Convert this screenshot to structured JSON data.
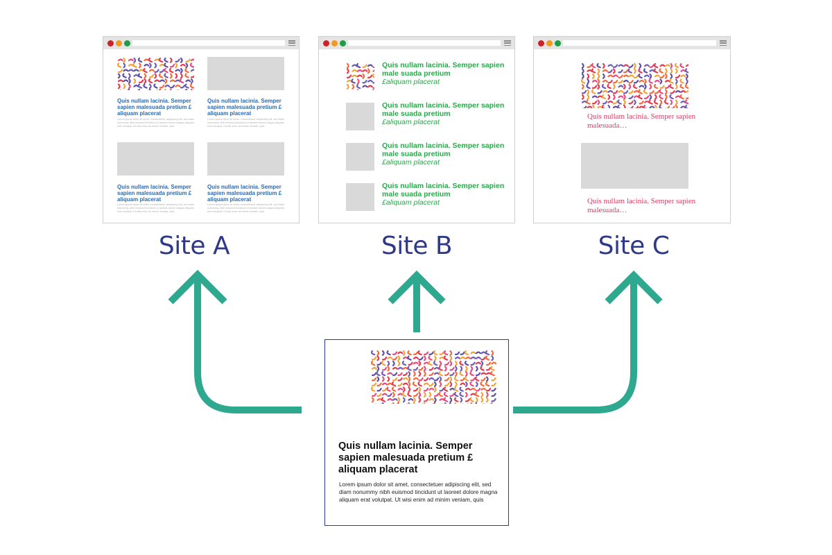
{
  "sites": {
    "a": {
      "label": "Site A",
      "cards": [
        {
          "title": "Quis nullam lacinia. Semper sapien malesuada pretium £ aliquam placerat",
          "body": "Lorem ipsum dolor sit amet, consectetuer adipiscing elit, sed diam nonummy nibh euismod tincidunt ut laoreet dolore magna aliquam erat volutpat. Ut wisi enim ad minim veniam, quis"
        },
        {
          "title": "Quis nullam lacinia. Semper sapien malesuada pretium £ aliquam placerat",
          "body": "Lorem ipsum dolor sit amet, consectetuer adipiscing elit, sed diam nonummy nibh euismod tincidunt ut laoreet dolore magna aliquam erat volutpat. Ut wisi enim ad minim veniam, quis"
        },
        {
          "title": "Quis nullam lacinia. Semper sapien malesuada pretium £ aliquam placerat",
          "body": "Lorem ipsum dolor sit amet, consectetuer adipiscing elit, sed diam nonummy nibh euismod tincidunt ut laoreet dolore magna aliquam erat volutpat. Ut wisi enim ad minim veniam, quis"
        },
        {
          "title": "Quis nullam lacinia. Semper sapien malesuada pretium £ aliquam placerat",
          "body": "Lorem ipsum dolor sit amet, consectetuer adipiscing elit, sed diam nonummy nibh euismod tincidunt ut laoreet dolore magna aliquam erat volutpat. Ut wisi enim ad minim veniam, quis"
        }
      ]
    },
    "b": {
      "label": "Site B",
      "items": [
        {
          "title": "Quis nullam lacinia. Semper sapien male suada pretium",
          "sub": "£aliquam placerat"
        },
        {
          "title": "Quis nullam lacinia. Semper sapien male suada pretium",
          "sub": "£aliquam placerat"
        },
        {
          "title": "Quis nullam lacinia. Semper sapien male suada pretium",
          "sub": "£aliquam placerat"
        },
        {
          "title": "Quis nullam lacinia. Semper sapien male suada pretium",
          "sub": "£aliquam placerat"
        }
      ]
    },
    "c": {
      "label": "Site C",
      "items": [
        {
          "title": "Quis nullam lacinia. Semper sapien malesuada…"
        },
        {
          "title": "Quis nullam lacinia. Semper sapien malesuada…"
        }
      ]
    }
  },
  "source": {
    "title": "Quis nullam lacinia. Semper sapien malesuada pretium £ aliquam placerat",
    "body": "Lorem ipsum dolor sit amet, consectetuer adipiscing elit, sed diam nonummy nibh euismod tincidunt ut laoreet dolore magna aliquam erat volutpat. Ut wisi enim ad minim veniam, quis"
  },
  "colors": {
    "arrow": "#2ea88f",
    "site_label": "#2e3a87",
    "site_a_title": "#2a6ab3",
    "site_b_title": "#2aa84a",
    "site_c_title": "#d83a62",
    "card_border": "#2e3a87",
    "placeholder": "#d9d9d9"
  },
  "icons": [
    "close-dot",
    "minimize-dot",
    "maximize-dot",
    "hamburger-menu-icon",
    "arrow-up-icon"
  ]
}
